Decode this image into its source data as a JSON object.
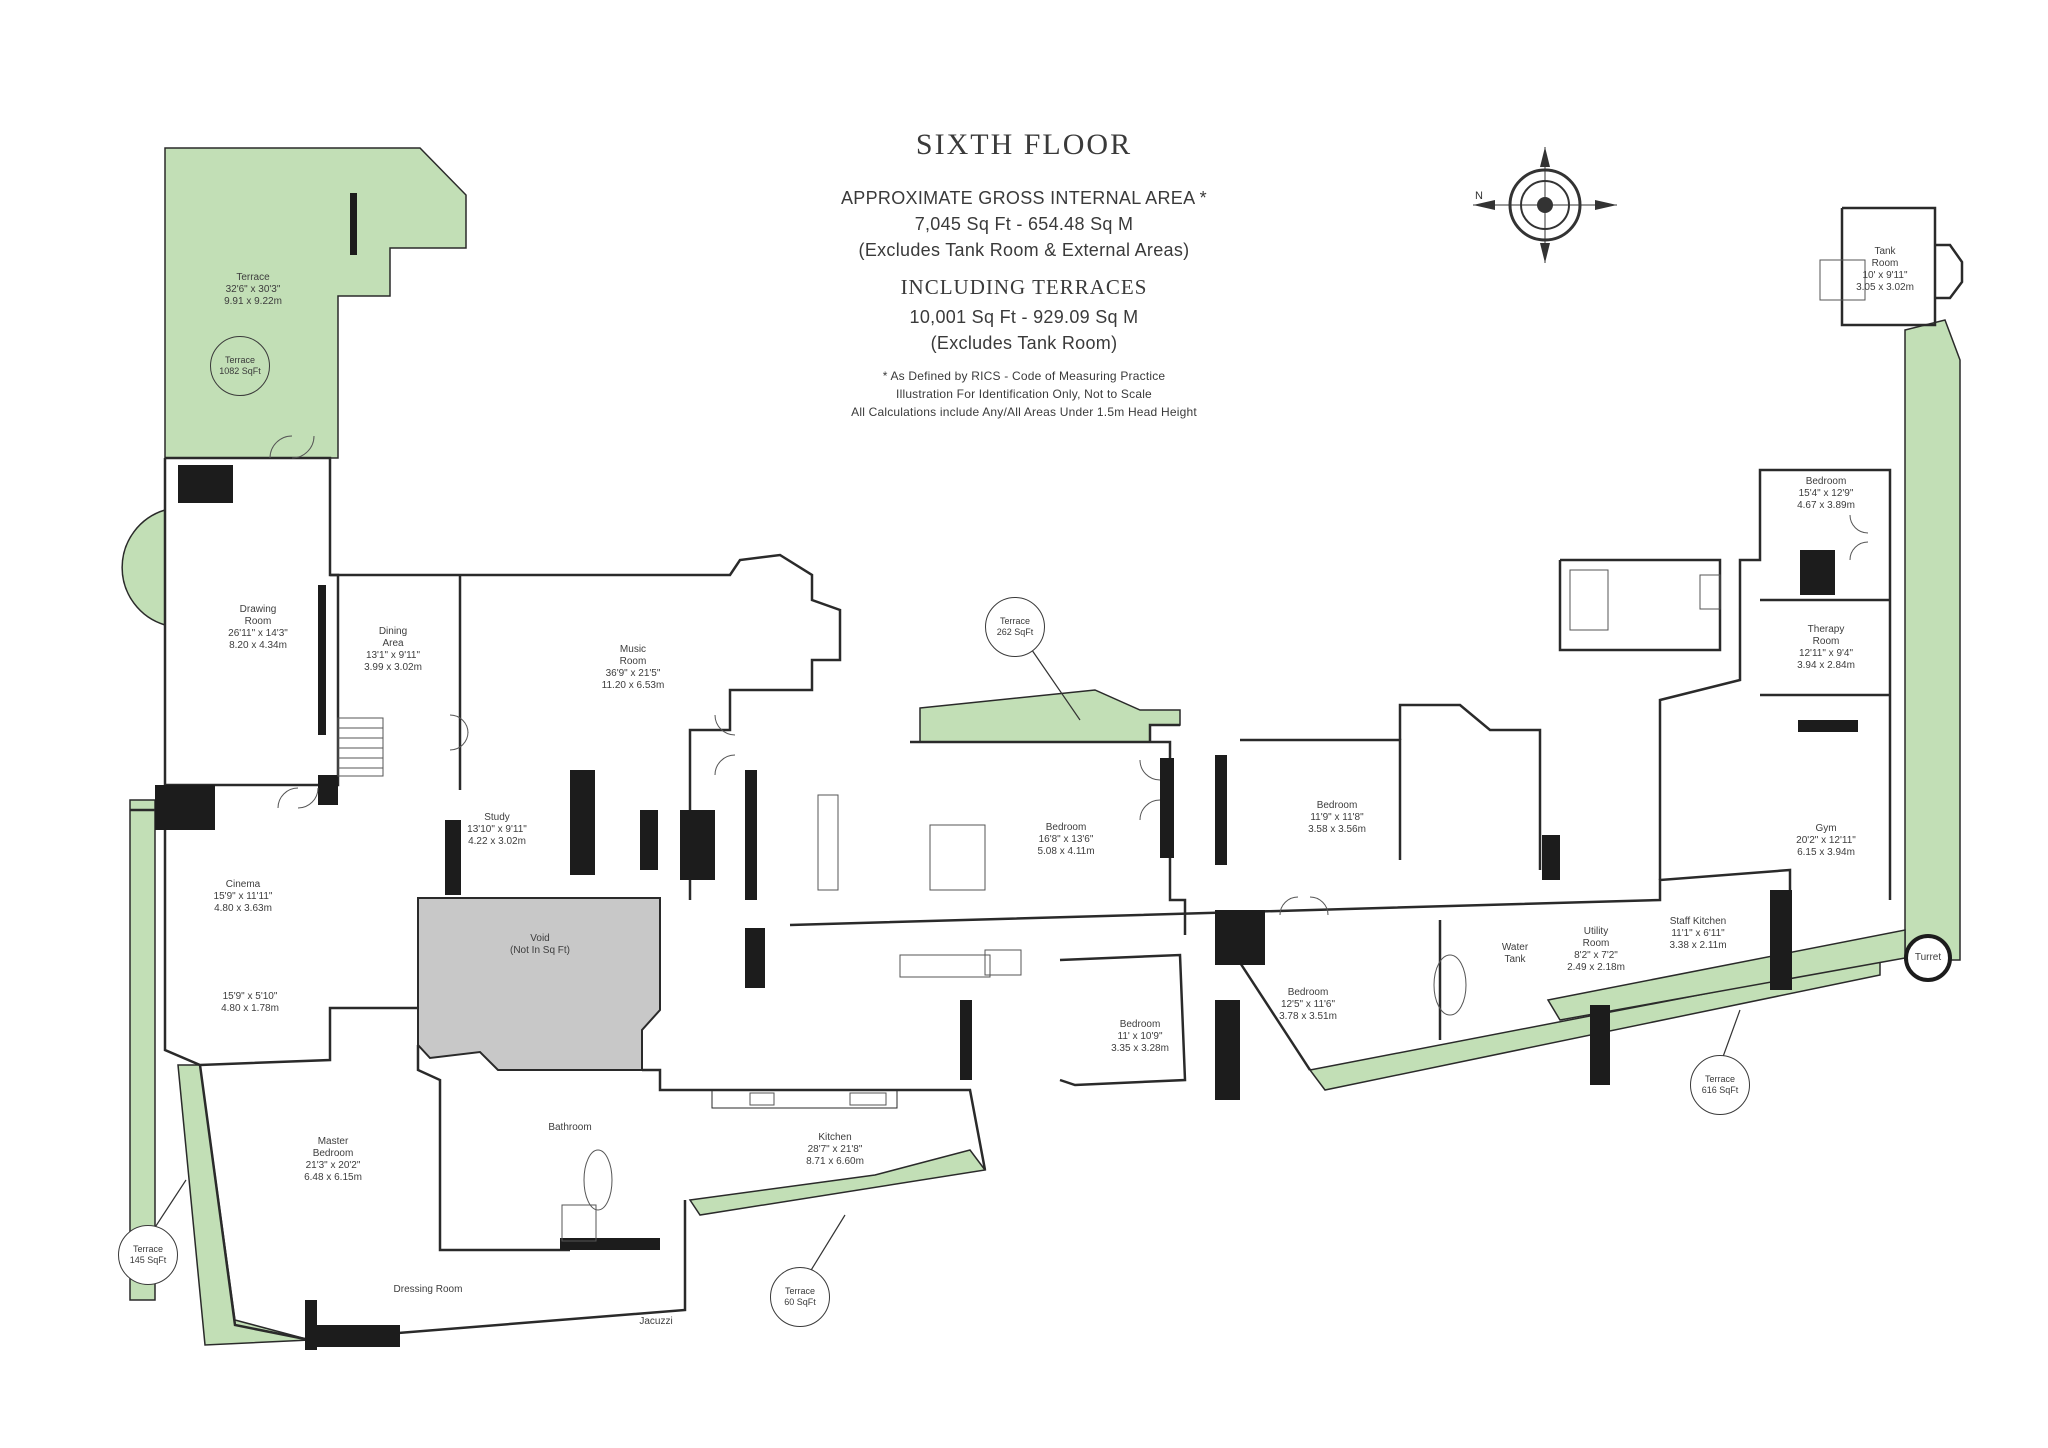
{
  "header": {
    "title": "SIXTH FLOOR",
    "gia_label": "APPROXIMATE GROSS INTERNAL AREA *",
    "gia_value": "7,045 Sq Ft - 654.48 Sq M",
    "gia_note": "(Excludes Tank Room & External Areas)",
    "terraces_label": "INCLUDING TERRACES",
    "terraces_value": "10,001 Sq Ft - 929.09 Sq M",
    "terraces_note": "(Excludes Tank Room)",
    "disclaimer_1": "* As Defined by RICS - Code of Measuring Practice",
    "disclaimer_2": "Illustration For Identification Only, Not to Scale",
    "disclaimer_3": "All Calculations include Any/All Areas Under 1.5m Head Height"
  },
  "rooms": {
    "terrace_top": {
      "name": "Terrace",
      "imperial": "32'6\" x 30'3\"",
      "metric": "9.91 x 9.22m"
    },
    "drawing_room": {
      "name_1": "Drawing",
      "name_2": "Room",
      "imperial": "26'11\" x 14'3\"",
      "metric": "8.20 x 4.34m"
    },
    "dining_area": {
      "name_1": "Dining",
      "name_2": "Area",
      "imperial": "13'1\" x 9'11\"",
      "metric": "3.99 x 3.02m"
    },
    "music_room": {
      "name_1": "Music",
      "name_2": "Room",
      "imperial": "36'9\" x 21'5\"",
      "metric": "11.20 x 6.53m"
    },
    "study": {
      "name": "Study",
      "imperial": "13'10\" x 9'11\"",
      "metric": "4.22 x 3.02m"
    },
    "cinema": {
      "name": "Cinema",
      "imperial": "15'9\" x 11'11\"",
      "metric": "4.80 x 3.63m"
    },
    "cinema_annex": {
      "imperial": "15'9\" x 5'10\"",
      "metric": "4.80 x 1.78m"
    },
    "void": {
      "name": "Void",
      "note": "(Not In Sq Ft)"
    },
    "master_bedroom": {
      "name_1": "Master",
      "name_2": "Bedroom",
      "imperial": "21'3\" x 20'2\"",
      "metric": "6.48 x 6.15m"
    },
    "bathroom": {
      "name": "Bathroom"
    },
    "dressing_room": {
      "name": "Dressing Room"
    },
    "jacuzzi": {
      "name": "Jacuzzi"
    },
    "kitchen": {
      "name": "Kitchen",
      "imperial": "28'7\" x 21'8\"",
      "metric": "8.71 x 6.60m"
    },
    "bedroom_a": {
      "name": "Bedroom",
      "imperial": "16'8\" x 13'6\"",
      "metric": "5.08 x 4.11m"
    },
    "bedroom_b": {
      "name": "Bedroom",
      "imperial": "11'9\" x 11'8\"",
      "metric": "3.58 x 3.56m"
    },
    "bedroom_c": {
      "name": "Bedroom",
      "imperial": "11' x 10'9\"",
      "metric": "3.35 x 3.28m"
    },
    "bedroom_d": {
      "name": "Bedroom",
      "imperial": "12'5\" x 11'6\"",
      "metric": "3.78 x 3.51m"
    },
    "water_tank": {
      "name_1": "Water",
      "name_2": "Tank"
    },
    "utility_room": {
      "name_1": "Utility",
      "name_2": "Room",
      "imperial": "8'2\" x 7'2\"",
      "metric": "2.49 x 2.18m"
    },
    "staff_kitchen": {
      "name": "Staff Kitchen",
      "imperial": "11'1\" x 6'11\"",
      "metric": "3.38 x 2.11m"
    },
    "gym": {
      "name": "Gym",
      "imperial": "20'2\" x 12'11\"",
      "metric": "6.15 x 3.94m"
    },
    "therapy_room": {
      "name_1": "Therapy",
      "name_2": "Room",
      "imperial": "12'11\" x 9'4\"",
      "metric": "3.94 x 2.84m"
    },
    "bedroom_e": {
      "name": "Bedroom",
      "imperial": "15'4\" x 12'9\"",
      "metric": "4.67 x 3.89m"
    },
    "tank_room": {
      "name_1": "Tank",
      "name_2": "Room",
      "imperial": "10' x 9'11\"",
      "metric": "3.05 x 3.02m"
    },
    "turret": {
      "name": "Turret"
    }
  },
  "terrace_badges": {
    "top": {
      "name": "Terrace",
      "area": "1082 SqFt"
    },
    "middle": {
      "name": "Terrace",
      "area": "262 SqFt"
    },
    "bottom_left": {
      "name": "Terrace",
      "area": "145 SqFt"
    },
    "bottom_mid": {
      "name": "Terrace",
      "area": "60 SqFt"
    },
    "bottom_right": {
      "name": "Terrace",
      "area": "616 SqFt"
    }
  },
  "compass": {
    "north_label": "N"
  },
  "colors": {
    "terrace_green": "#c2dfb6",
    "void_grey": "#c8c8c8",
    "wall": "#1c1c1c"
  }
}
